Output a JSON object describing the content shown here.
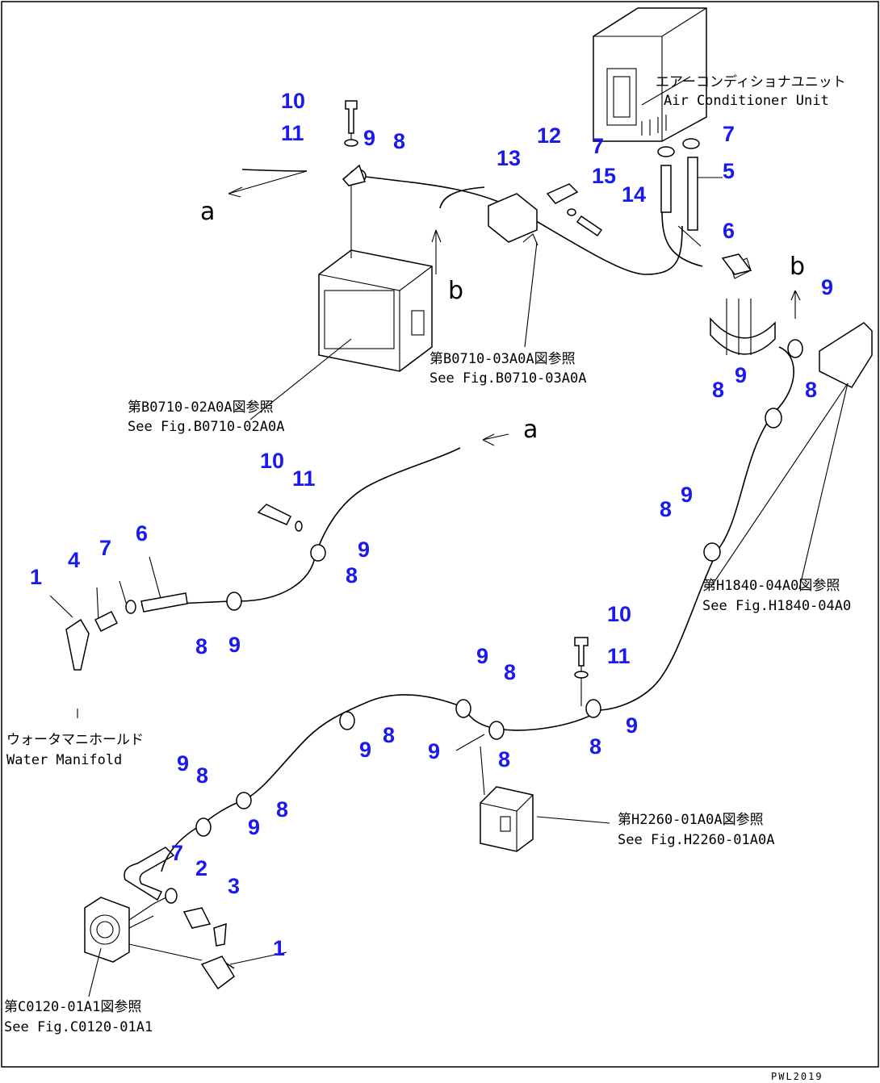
{
  "parts": [
    {
      "n": "10"
    },
    {
      "n": "11"
    },
    {
      "n": "9"
    },
    {
      "n": "8"
    },
    {
      "n": "12"
    },
    {
      "n": "13"
    },
    {
      "n": "7"
    },
    {
      "n": "7"
    },
    {
      "n": "5"
    },
    {
      "n": "15"
    },
    {
      "n": "14"
    },
    {
      "n": "6"
    },
    {
      "n": "9"
    },
    {
      "n": "8"
    },
    {
      "n": "9"
    },
    {
      "n": "8"
    },
    {
      "n": "10"
    },
    {
      "n": "11"
    },
    {
      "n": "9"
    },
    {
      "n": "8"
    },
    {
      "n": "1"
    },
    {
      "n": "4"
    },
    {
      "n": "7"
    },
    {
      "n": "6"
    },
    {
      "n": "8"
    },
    {
      "n": "9"
    },
    {
      "n": "8"
    },
    {
      "n": "9"
    },
    {
      "n": "10"
    },
    {
      "n": "11"
    },
    {
      "n": "9"
    },
    {
      "n": "8"
    },
    {
      "n": "9"
    },
    {
      "n": "8"
    },
    {
      "n": "9"
    },
    {
      "n": "8"
    },
    {
      "n": "9"
    },
    {
      "n": "8"
    },
    {
      "n": "9"
    },
    {
      "n": "8"
    },
    {
      "n": "8"
    },
    {
      "n": "9"
    },
    {
      "n": "7"
    },
    {
      "n": "2"
    },
    {
      "n": "3"
    },
    {
      "n": "1"
    }
  ],
  "notes": {
    "aircon_jp": "エアーコンディショナユニット",
    "aircon_en": "Air Conditioner Unit",
    "ref1_jp": "第B0710-03A0A図参照",
    "ref1_en": "See Fig.B0710-03A0A",
    "ref2_jp": "第B0710-02A0A図参照",
    "ref2_en": "See Fig.B0710-02A0A",
    "ref3_jp": "第H1840-04A0図参照",
    "ref3_en": "See Fig.H1840-04A0",
    "ref4_jp": "第H2260-01A0A図参照",
    "ref4_en": "See Fig.H2260-01A0A",
    "ref5_jp": "第C0120-01A1図参照",
    "ref5_en": "See Fig.C0120-01A1",
    "manifold_jp": "ウォータマニホールド",
    "manifold_en": "Water Manifold"
  },
  "letters": {
    "a1": "a",
    "b1": "b",
    "b2": "b",
    "a2": "a"
  },
  "code": "PWL2019"
}
